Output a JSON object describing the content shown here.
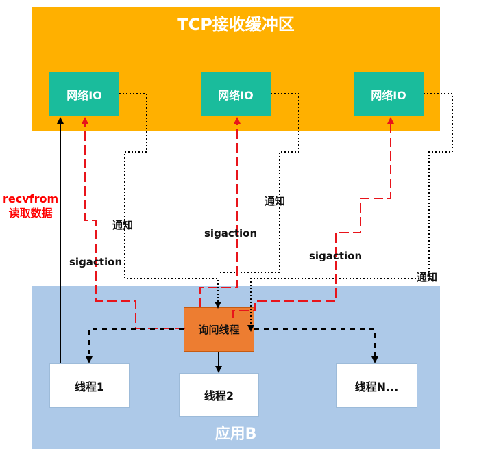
{
  "tcp_buffer": {
    "title": "TCP接收缓冲区",
    "color": "#FFB000"
  },
  "app": {
    "title": "应用B",
    "color": "#ADC9E8"
  },
  "network_io": [
    {
      "label": "网络IO"
    },
    {
      "label": "网络IO"
    },
    {
      "label": "网络IO"
    }
  ],
  "poll_thread": {
    "label": "询问线程",
    "color": "#ED7D31"
  },
  "threads": [
    {
      "label": "线程1"
    },
    {
      "label": "线程2"
    },
    {
      "label": "线程N..."
    }
  ],
  "edge_labels": {
    "sigaction": "sigaction",
    "notify": "通知",
    "recvfrom_line1": "recvfrom",
    "recvfrom_line2": "读取数据"
  },
  "colors": {
    "netio": "#1ABC9C",
    "sigaction_line": "#E8141B",
    "notify_line": "#000000",
    "recv_label": "#FF0000"
  }
}
